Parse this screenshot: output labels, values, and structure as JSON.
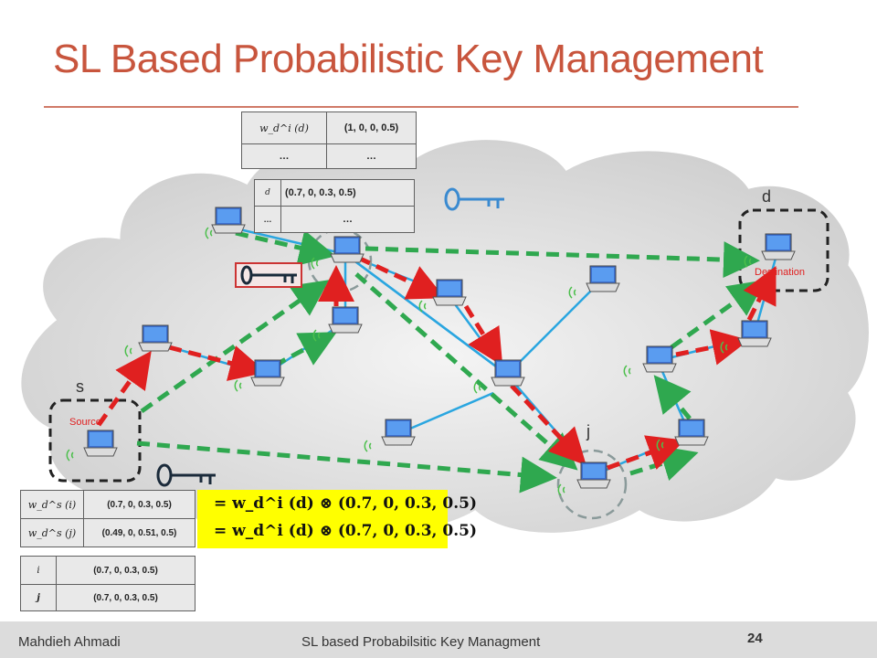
{
  "title": "SL Based Probabilistic Key Management",
  "labels": {
    "s": "s",
    "d": "d",
    "j": "j",
    "source": "Source",
    "destination": "Destination"
  },
  "table_top": {
    "rows": [
      [
        "w_d^i (d)",
        "(1, 0, 0, 0.5)"
      ],
      [
        "…",
        "…"
      ]
    ]
  },
  "table_top2": {
    "rows": [
      [
        "d",
        "(0.7, 0,  0.3, 0.5)"
      ],
      [
        "…",
        "…"
      ]
    ]
  },
  "table_bottom": {
    "rows": [
      [
        "w_d^s (i)",
        "(0.7, 0, 0.3, 0.5)"
      ],
      [
        "w_d^s (j)",
        "(0.49, 0, 0.51, 0.5)"
      ]
    ]
  },
  "table_bottom2": {
    "rows": [
      [
        "i",
        "(0.7, 0,  0.3, 0.5)"
      ],
      [
        "j",
        "(0.7, 0,  0.3, 0.5)"
      ]
    ]
  },
  "highlight": {
    "line1": "= w_d^i (d) ⊗ (0.7, 0,  0.3, 0.5)",
    "line2": "= w_d^i (d) ⊗ (0.7, 0,  0.3, 0.5)"
  },
  "footer": {
    "author": "Mahdieh Ahmadi",
    "subtitle": "SL based Probabilsitic Key Managment",
    "page": "24"
  },
  "colors": {
    "title": "#c8553d",
    "red_path": "#e02020",
    "green_path": "#2fa84f",
    "link": "#2aa6e0",
    "cloud": "#d9d9d9",
    "key": "#1a2a3a",
    "highlight": "#ffff00"
  },
  "icons": [
    "laptop-icon",
    "wifi-icon",
    "key-icon"
  ]
}
